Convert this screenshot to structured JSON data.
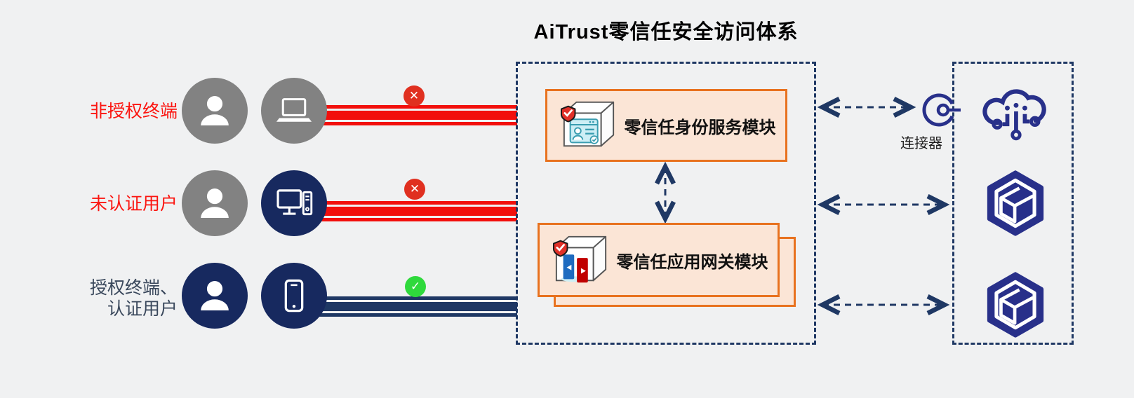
{
  "title": "AiTrust零信任安全访问体系",
  "colors": {
    "bg": "#f0f1f2",
    "navy": "#1f3864",
    "indigo": "#28308a",
    "circle_gray": "#828282",
    "circle_navy": "#17295f",
    "line_red": "#f20f0c",
    "badge_blocked": "#e03020",
    "badge_allowed": "#2fd93c",
    "label_red": "#fb1510",
    "label_dark": "#3a485c",
    "module_fill": "#fbe5d6",
    "module_border": "#e8721f",
    "text_black": "#111111"
  },
  "actors": [
    {
      "label": "非授权终端",
      "person_icon": "user-icon",
      "device_icon": "laptop-icon",
      "badge": {
        "glyph": "✕",
        "meaning": "blocked"
      }
    },
    {
      "label": "未认证用户",
      "person_icon": "user-icon",
      "device_icon": "desktop-icon",
      "badge": {
        "glyph": "✕",
        "meaning": "blocked"
      }
    },
    {
      "label": "授权终端、",
      "label_line2": "认证用户",
      "person_icon": "user-icon",
      "device_icon": "smartphone-icon",
      "badge": {
        "glyph": "✓",
        "meaning": "allowed"
      }
    }
  ],
  "system": {
    "modules": [
      {
        "label": "零信任身份服务模块",
        "icon": "identity-service-box-icon"
      },
      {
        "label": "零信任应用网关模块",
        "icon": "app-gateway-box-icon"
      }
    ]
  },
  "connector": {
    "label": "连接器",
    "icon": "connector-icon"
  },
  "resources": {
    "icons": [
      "cloud-network-icon",
      "app-cube-icon",
      "app-cube-icon"
    ]
  }
}
